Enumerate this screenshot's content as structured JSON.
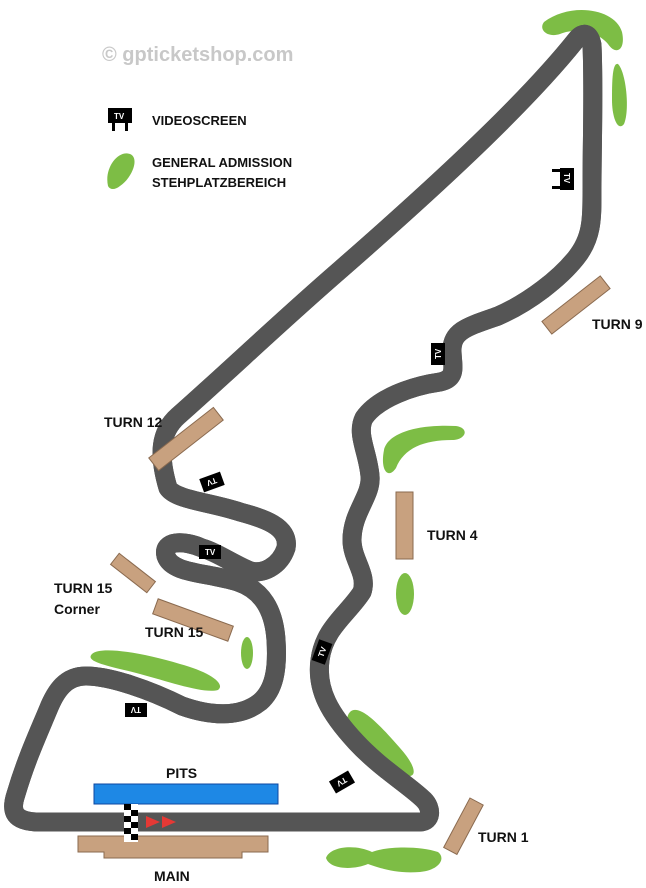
{
  "watermark": "© gpticketshop.com",
  "legend": {
    "videoscreen_icon_text": "TV",
    "videoscreen_label": "VIDEOSCREEN",
    "general_admission_label_line1": "GENERAL ADMISSION",
    "general_admission_label_line2": "STEHPLATZBEREICH"
  },
  "labels": {
    "turn9": "TURN 9",
    "turn12": "TURN 12",
    "turn4": "TURN 4",
    "turn15_corner_line1": "TURN 15",
    "turn15_corner_line2": "Corner",
    "turn15": "TURN 15",
    "pits": "PITS",
    "turn1": "TURN 1",
    "main": "MAIN"
  },
  "tv_text": "TV",
  "colors": {
    "track": "#bdbdbd",
    "track_edge": "#555555",
    "grandstand": "#c8a17f",
    "grandstand_edge": "#8a6a4f",
    "general_admission": "#7dbd45",
    "pits": "#1e88e5",
    "start_arrows": "#e53935"
  }
}
